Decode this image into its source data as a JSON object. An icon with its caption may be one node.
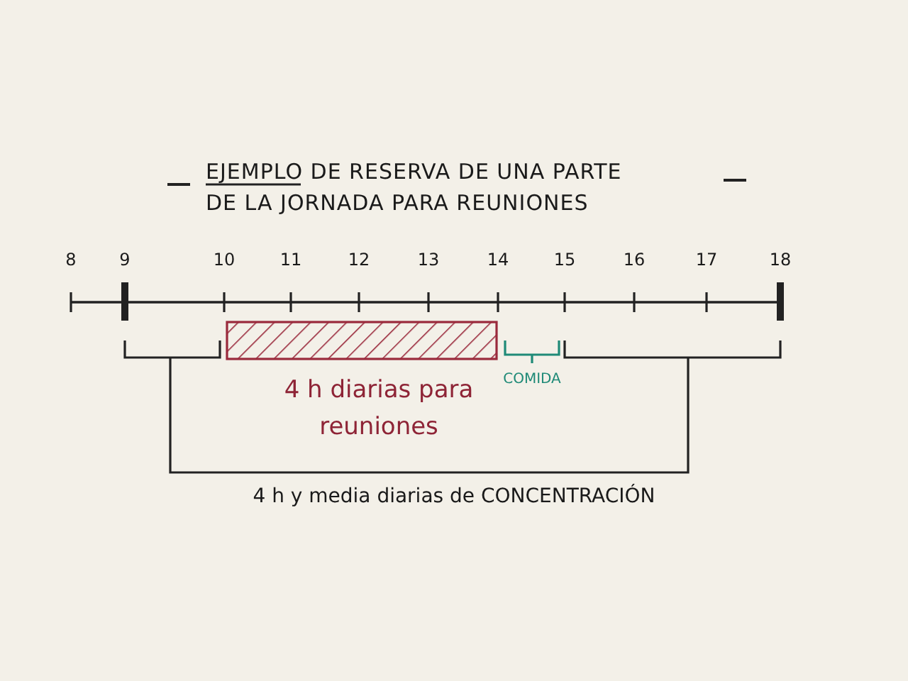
{
  "diagram": {
    "title": "EJEMPLO DE RESERVA DE UNA PARTE DE LA JORNADA PARA REUNIONES",
    "nodes": [
      {
        "text": [],
        "shape": "bar",
        "beside": [
          "4 h diarias para reuniones"
        ]
      }
    ],
    "labels": [
      "8",
      "9",
      "10",
      "11",
      "12",
      "13",
      "14",
      "15",
      "16",
      "17",
      "18",
      "COMIDA",
      "4 h y media diarias de CONCENTRACIÓN"
    ]
  }
}
